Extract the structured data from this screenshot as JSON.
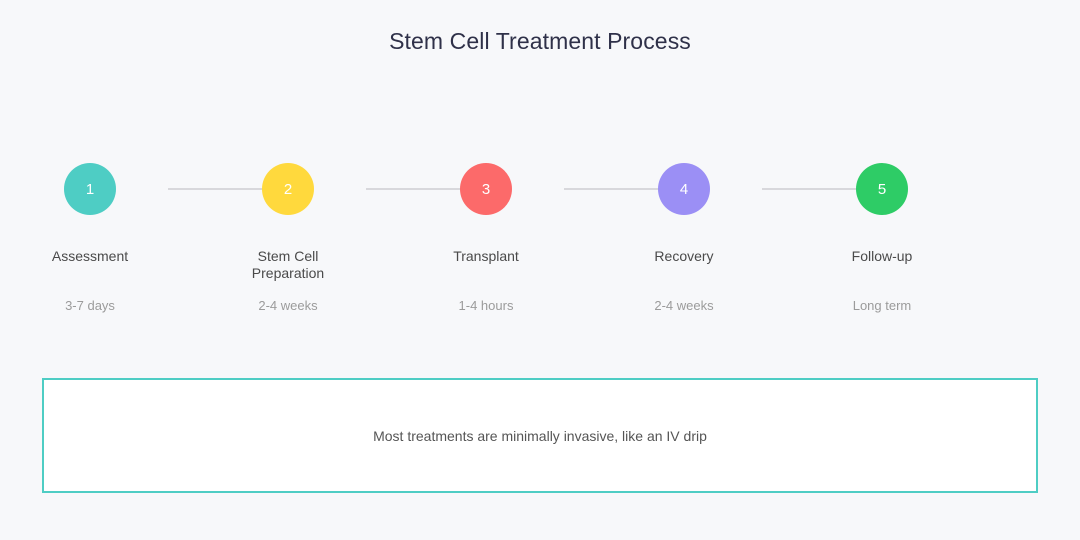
{
  "page": {
    "title": "Stem Cell Treatment Process",
    "background_color": "#f7f8fa",
    "title_color": "#2f3149"
  },
  "timeline": {
    "connector_color": "#d8d8dc",
    "steps": [
      {
        "number": "1",
        "label": "Assessment",
        "duration": "3-7 days",
        "color": "#4ecdc4"
      },
      {
        "number": "2",
        "label": "Stem Cell\nPreparation",
        "duration": "2-4 weeks",
        "color": "#ffd93d"
      },
      {
        "number": "3",
        "label": "Transplant",
        "duration": "1-4 hours",
        "color": "#fc6a6a"
      },
      {
        "number": "4",
        "label": "Recovery",
        "duration": "2-4 weeks",
        "color": "#9b8ff5"
      },
      {
        "number": "5",
        "label": "Follow-up",
        "duration": "Long term",
        "color": "#2ecc66"
      }
    ]
  },
  "note": {
    "text": "Most treatments are minimally invasive, like an IV drip",
    "border_color": "#4ecdc4",
    "background_color": "#ffffff"
  }
}
